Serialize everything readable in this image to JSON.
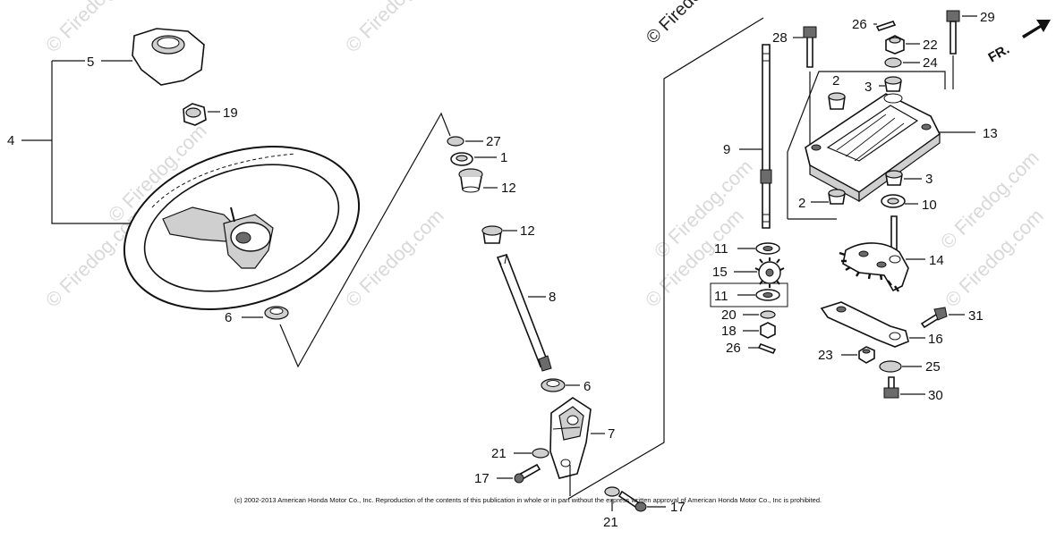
{
  "watermark": {
    "text": "© Firedog.com"
  },
  "top_copyright": "© Firedog.com",
  "direction_arrow": {
    "label": "FR."
  },
  "footer": {
    "copyright": "(c) 2002-2013 American Honda Motor Co., Inc. Reproduction of the contents of this publication in whole or in part without the express written approval of American Honda Motor Co., Inc is prohibited."
  },
  "callouts": {
    "c4": "4",
    "c5": "5",
    "c19": "19",
    "c6a": "6",
    "c27": "27",
    "c1": "1",
    "c12a": "12",
    "c12b": "12",
    "c8": "8",
    "c6b": "6",
    "c7": "7",
    "c21a": "21",
    "c17a": "17",
    "c21b": "21",
    "c17b": "17",
    "c9": "9",
    "c28": "28",
    "c26a": "26",
    "c29": "29",
    "c22": "22",
    "c24": "24",
    "c2a": "2",
    "c3a": "3",
    "c13": "13",
    "c3b": "3",
    "c2b": "2",
    "c10": "10",
    "c11a": "11",
    "c14": "14",
    "c15": "15",
    "c11b": "11",
    "c20": "20",
    "c18": "18",
    "c26b": "26",
    "c31": "31",
    "c16": "16",
    "c23": "23",
    "c25": "25",
    "c30": "30"
  }
}
